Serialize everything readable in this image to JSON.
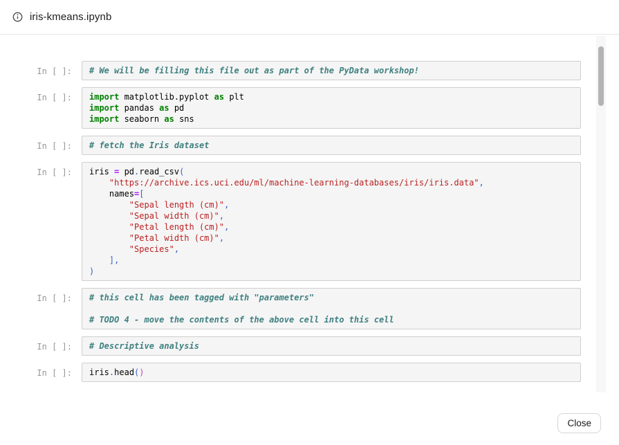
{
  "header": {
    "icon": "info-circle-icon",
    "title": "iris-kmeans.ipynb"
  },
  "footer": {
    "close_label": "Close"
  },
  "colors": {
    "keyword": "#008000",
    "comment": "#408080",
    "string": "#BA2121",
    "operator": "#AA22FF",
    "punct_blue": "#3360C4",
    "punct_purple": "#BF40BF",
    "cell_bg": "#f5f5f5",
    "cell_border": "#cfcfcf"
  },
  "cells": [
    {
      "prompt": "In [ ]:",
      "lines": [
        [
          {
            "t": "# We will be filling this file out as part of the PyData workshop!",
            "c": "com"
          }
        ]
      ]
    },
    {
      "prompt": "In [ ]:",
      "lines": [
        [
          {
            "t": "import",
            "c": "kw"
          },
          {
            "t": " matplotlib.pyplot ",
            "c": "pl"
          },
          {
            "t": "as",
            "c": "kw"
          },
          {
            "t": " plt",
            "c": "pl"
          }
        ],
        [
          {
            "t": "import",
            "c": "kw"
          },
          {
            "t": " pandas ",
            "c": "pl"
          },
          {
            "t": "as",
            "c": "kw"
          },
          {
            "t": " pd",
            "c": "pl"
          }
        ],
        [
          {
            "t": "import",
            "c": "kw"
          },
          {
            "t": " seaborn ",
            "c": "pl"
          },
          {
            "t": "as",
            "c": "kw"
          },
          {
            "t": " sns",
            "c": "pl"
          }
        ]
      ]
    },
    {
      "prompt": "In [ ]:",
      "lines": [
        [
          {
            "t": "# fetch the Iris dataset",
            "c": "com"
          }
        ]
      ]
    },
    {
      "prompt": "In [ ]:",
      "lines": [
        [
          {
            "t": "iris ",
            "c": "pl"
          },
          {
            "t": "=",
            "c": "op"
          },
          {
            "t": " pd",
            "c": "pl"
          },
          {
            "t": ".",
            "c": "pb"
          },
          {
            "t": "read_csv",
            "c": "pl"
          },
          {
            "t": "(",
            "c": "pb"
          }
        ],
        [
          {
            "t": "    ",
            "c": "pl"
          },
          {
            "t": "\"https://archive.ics.uci.edu/ml/machine-learning-databases/iris/iris.data\"",
            "c": "str"
          },
          {
            "t": ",",
            "c": "pb"
          }
        ],
        [
          {
            "t": "    names",
            "c": "pl"
          },
          {
            "t": "=",
            "c": "op"
          },
          {
            "t": "[",
            "c": "pb"
          }
        ],
        [
          {
            "t": "        ",
            "c": "pl"
          },
          {
            "t": "\"Sepal length (cm)\"",
            "c": "str"
          },
          {
            "t": ",",
            "c": "pb"
          }
        ],
        [
          {
            "t": "        ",
            "c": "pl"
          },
          {
            "t": "\"Sepal width (cm)\"",
            "c": "str"
          },
          {
            "t": ",",
            "c": "pb"
          }
        ],
        [
          {
            "t": "        ",
            "c": "pl"
          },
          {
            "t": "\"Petal length (cm)\"",
            "c": "str"
          },
          {
            "t": ",",
            "c": "pb"
          }
        ],
        [
          {
            "t": "        ",
            "c": "pl"
          },
          {
            "t": "\"Petal width (cm)\"",
            "c": "str"
          },
          {
            "t": ",",
            "c": "pb"
          }
        ],
        [
          {
            "t": "        ",
            "c": "pl"
          },
          {
            "t": "\"Species\"",
            "c": "str"
          },
          {
            "t": ",",
            "c": "pb"
          }
        ],
        [
          {
            "t": "    ",
            "c": "pl"
          },
          {
            "t": "],",
            "c": "pb"
          }
        ],
        [
          {
            "t": ")",
            "c": "pb"
          }
        ]
      ]
    },
    {
      "prompt": "In [ ]:",
      "lines": [
        [
          {
            "t": "# this cell has been tagged with \"parameters\"",
            "c": "com"
          }
        ],
        [
          {
            "t": "",
            "c": "pl"
          }
        ],
        [
          {
            "t": "# TODO 4 - move the contents of the above cell into this cell",
            "c": "com"
          }
        ]
      ]
    },
    {
      "prompt": "In [ ]:",
      "lines": [
        [
          {
            "t": "# Descriptive analysis",
            "c": "com"
          }
        ]
      ]
    },
    {
      "prompt": "In [ ]:",
      "lines": [
        [
          {
            "t": "iris",
            "c": "pl"
          },
          {
            "t": ".",
            "c": "pb"
          },
          {
            "t": "head",
            "c": "pl"
          },
          {
            "t": "(",
            "c": "pb"
          },
          {
            "t": ")",
            "c": "pp"
          }
        ]
      ]
    }
  ]
}
